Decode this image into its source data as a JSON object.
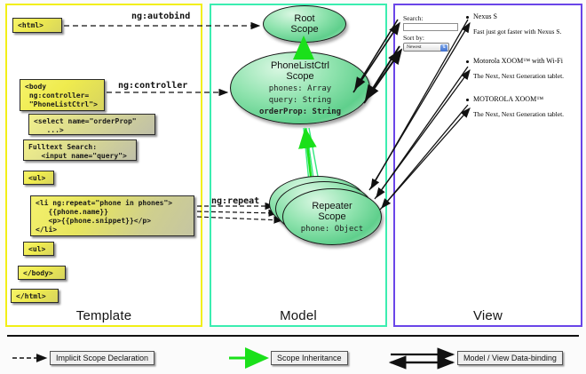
{
  "columns": [
    {
      "id": "template",
      "label": "Template",
      "border_color": "#f2ef16"
    },
    {
      "id": "model",
      "label": "Model",
      "border_color": "#3bedb0"
    },
    {
      "id": "view",
      "label": "View",
      "border_color": "#6a45e8"
    }
  ],
  "template": {
    "boxes": [
      {
        "name": "html-open",
        "text": "<html>"
      },
      {
        "name": "body-controller",
        "text": "<body\n ng:controller=\n \"PhoneListCtrl\">"
      },
      {
        "name": "select-orderprop",
        "text": "<select name=\"orderProp\"\n   ...>"
      },
      {
        "name": "fulltext-search",
        "text": "Fulltext Search:\n   <input name=\"query\">"
      },
      {
        "name": "ul-open",
        "text": "<ul>"
      },
      {
        "name": "li-repeat",
        "text": "<li ng:repeat=\"phone in phones\">\n   {{phone.name}}\n   <p>{{phone.snippet}}</p>\n</li>"
      },
      {
        "name": "ul-close",
        "text": "<ul>"
      },
      {
        "name": "body-close",
        "text": "</body>"
      },
      {
        "name": "html-close",
        "text": "</html>"
      }
    ]
  },
  "edges": {
    "autobind": "ng:autobind",
    "controller": "ng:controller",
    "repeat": "ng:repeat"
  },
  "model": {
    "root_scope": {
      "title_line1": "Root",
      "title_line2": "Scope"
    },
    "phonelist_scope": {
      "title_line1": "PhoneListCtrl",
      "title_line2": "Scope",
      "prop1": "phones: Array",
      "prop2": "query: String",
      "prop3": "orderProp: String"
    },
    "repeater_scope": {
      "title_line1": "Repeater",
      "title_line2": "Scope",
      "prop1": "phone: Object"
    }
  },
  "view": {
    "search_label": "Search:",
    "search_value": "",
    "sort_label": "Sort by:",
    "sort_value": "Newest",
    "phones": [
      {
        "name": "Nexus S",
        "snippet": "Fast just got faster with Nexus S."
      },
      {
        "name": "Motorola XOOM™ with Wi-Fi",
        "snippet": "The Next, Next Generation tablet."
      },
      {
        "name": "MOTOROLA XOOM™",
        "snippet": "The Next, Next Generation tablet."
      }
    ]
  },
  "legend": [
    {
      "name": "implicit-scope-declaration",
      "label": "Implicit Scope Declaration",
      "style": "dashed-arrow",
      "color": "#111111"
    },
    {
      "name": "scope-inheritance",
      "label": "Scope Inheritance",
      "style": "green-arrow",
      "color": "#19e019"
    },
    {
      "name": "model-view-data-binding",
      "label": "Model / View Data-binding",
      "style": "double-arrow",
      "color": "#111111"
    }
  ]
}
